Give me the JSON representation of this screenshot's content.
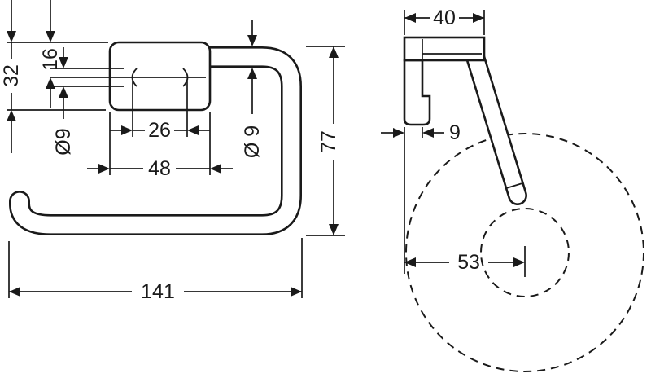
{
  "front_view": {
    "dim_plate_height": "32",
    "dim_hole_offset": "16",
    "dim_hole_diameter": "Ø9",
    "dim_hole_spacing": "26",
    "dim_plate_width": "48",
    "dim_bar_diameter": "Ø 9",
    "dim_total_height": "77",
    "dim_total_width": "141"
  },
  "side_view": {
    "dim_depth": "40",
    "dim_plate_thickness": "9",
    "dim_roll_center_distance": "53"
  },
  "colors": {
    "line": "#1a1a1a",
    "background": "#ffffff"
  }
}
